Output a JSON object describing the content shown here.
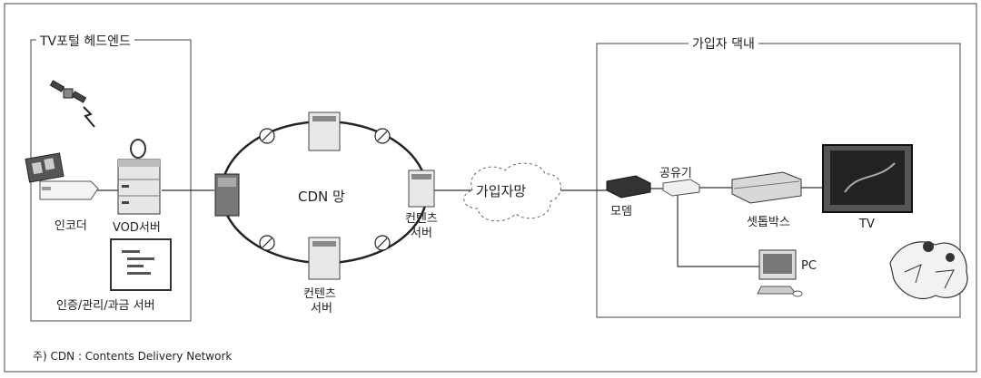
{
  "headend": {
    "title": "TV포털 헤드엔드",
    "encoder_label": "인코더",
    "vod_server_label": "VOD서버",
    "auth_server_label": "인증/관리/과금 서버"
  },
  "network": {
    "ring_label": "CDN 망",
    "content_server_right_line1": "컨텐츠",
    "content_server_right_line2": "서버",
    "content_server_bottom_line1": "컨텐츠",
    "content_server_bottom_line2": "서버",
    "subscriber_network_label": "가입자망"
  },
  "home": {
    "title": "가입자 댁내",
    "modem_label": "모뎀",
    "router_label": "공유기",
    "settop_label": "셋톱박스",
    "tv_label": "TV",
    "pc_label": "PC"
  },
  "footnote": "주) CDN : Contents Delivery Network"
}
